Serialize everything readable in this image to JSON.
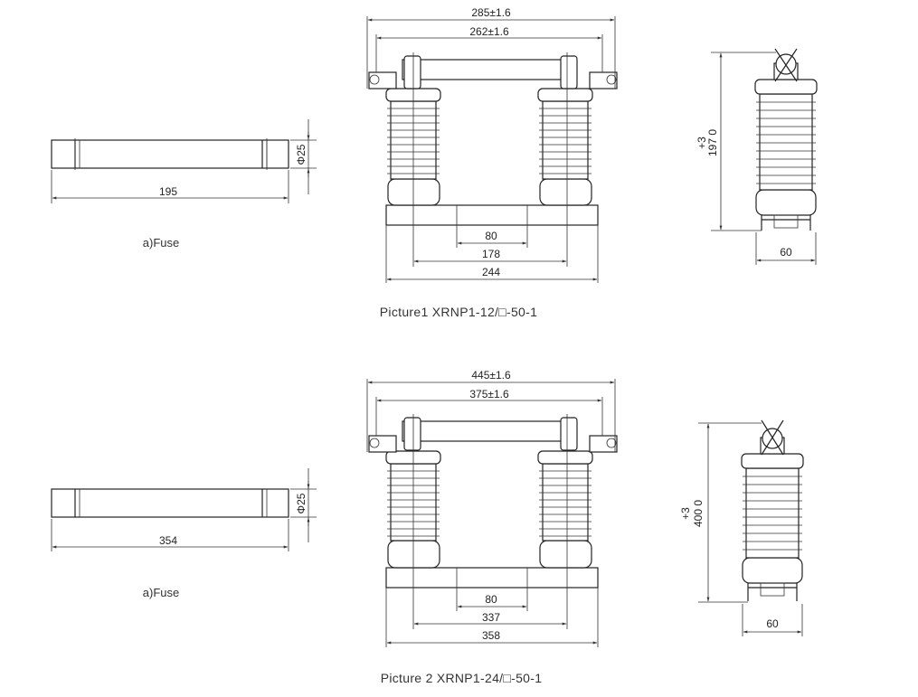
{
  "picture1": {
    "caption": "Picture1 XRNP1-12/□-50-1",
    "fuse_label": "a)Fuse",
    "fuse_length": "195",
    "fuse_diameter": "Φ25",
    "front_overall": "285±1.6",
    "front_inner": "262±1.6",
    "base_80": "80",
    "base_mid": "178",
    "base_total": "244",
    "side_height_tol": "+3",
    "side_height": "197 0",
    "side_width": "60"
  },
  "picture2": {
    "caption": "Picture 2 XRNP1-24/□-50-1",
    "fuse_label": "a)Fuse",
    "fuse_length": "354",
    "fuse_diameter": "Φ25",
    "front_overall": "445±1.6",
    "front_inner": "375±1.6",
    "base_80": "80",
    "base_mid": "337",
    "base_total": "358",
    "side_height_tol": "+3",
    "side_height": "400 0",
    "side_width": "60"
  }
}
